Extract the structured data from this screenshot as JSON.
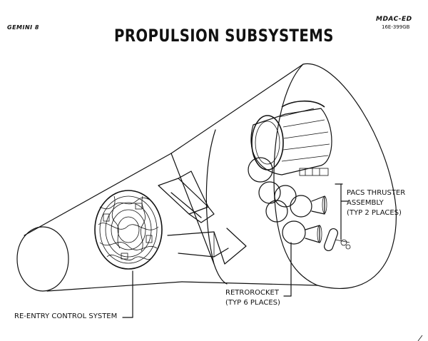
{
  "header": {
    "mission": "GEMINI 8",
    "org": "MDAC-ED",
    "code": "16E-399GB",
    "title": "PROPULSION SUBSYSTEMS"
  },
  "labels": {
    "pacs_line1": "PACS THRUSTER",
    "pacs_line2": "ASSEMBLY",
    "pacs_line3": "(TYP 2 PLACES)",
    "retro_line1": "RETROROCKET",
    "retro_line2": "(TYP 6 PLACES)",
    "reentry": "RE-ENTRY CONTROL SYSTEM"
  },
  "colors": {
    "ink": "#111111",
    "paper": "#ffffff"
  }
}
